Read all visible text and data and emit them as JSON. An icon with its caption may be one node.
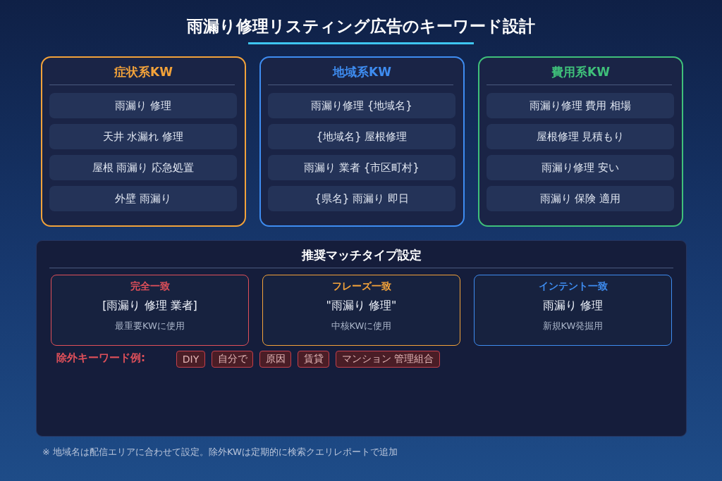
{
  "diagram": {
    "title": "雨漏り修理リスティング広告のキーワード設計",
    "nodes": [
      {
        "text": [
          "症状系KW"
        ]
      },
      {
        "text": [
          "雨漏り 修理"
        ],
        "in": 0
      },
      {
        "text": [
          "天井 水漏れ 修理"
        ],
        "in": 0
      },
      {
        "text": [
          "屋根 雨漏り 応急処置"
        ],
        "in": 0
      },
      {
        "text": [
          "外壁 雨漏り"
        ],
        "in": 0
      },
      {
        "text": [
          "地域系KW"
        ]
      },
      {
        "text": [
          "雨漏り修理 {地域名}"
        ],
        "in": 5
      },
      {
        "text": [
          "{地域名} 屋根修理"
        ],
        "in": 5
      },
      {
        "text": [
          "雨漏り 業者 {市区町村}"
        ],
        "in": 5
      },
      {
        "text": [
          "{県名} 雨漏り 即日"
        ],
        "in": 5
      },
      {
        "text": [
          "費用系KW"
        ]
      },
      {
        "text": [
          "雨漏り修理 費用 相場"
        ],
        "in": 10
      },
      {
        "text": [
          "屋根修理 見積もり"
        ],
        "in": 10
      },
      {
        "text": [
          "雨漏り修理 安い"
        ],
        "in": 10
      },
      {
        "text": [
          "雨漏り 保険 適用"
        ],
        "in": 10
      },
      {
        "text": [
          "推奨マッチタイプ設定"
        ]
      },
      {
        "text": [
          "完全一致",
          "[雨漏り 修理 業者]",
          "最重要KWに使用"
        ],
        "in": 15
      },
      {
        "text": [
          "フレーズ一致",
          "\"雨漏り 修理\"",
          "中核KWに使用"
        ],
        "in": 15
      },
      {
        "text": [
          "インテント一致",
          "雨漏り 修理",
          "新規KW発掘用"
        ],
        "in": 15
      },
      {
        "text": [
          "DIY"
        ],
        "in": 15
      },
      {
        "text": [
          "自分で"
        ],
        "in": 15
      },
      {
        "text": [
          "原因"
        ],
        "in": 15
      },
      {
        "text": [
          "賃貸"
        ],
        "in": 15
      },
      {
        "text": [
          "マンション 管理組合"
        ],
        "in": 15
      }
    ],
    "edges": [],
    "labels": [
      "除外キーワード例:",
      "※ 地域名は配信エリアに合わせて設定。除外KWは定期的に検索クエリレポートで追加"
    ]
  }
}
